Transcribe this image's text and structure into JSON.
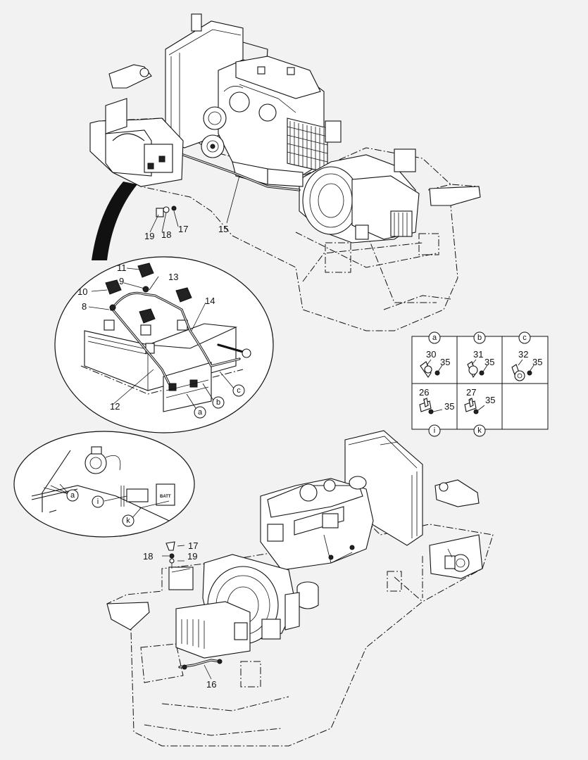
{
  "callouts": {
    "c8": "8",
    "c9": "9",
    "c10": "10",
    "c11": "11",
    "c12": "12",
    "c13": "13",
    "c14": "14",
    "c15": "15",
    "c16": "16",
    "c17a": "17",
    "c18a": "18",
    "c19a": "19",
    "c17b": "17",
    "c18b": "18",
    "c19b": "19"
  },
  "detail_letters": {
    "a1": "a",
    "b1": "b",
    "c1": "c",
    "a2": "a",
    "i2": "i",
    "k2": "k"
  },
  "table": {
    "headers": [
      "a",
      "b",
      "c"
    ],
    "cells": [
      {
        "part": "30",
        "nut": "35"
      },
      {
        "part": "31",
        "nut": "35"
      },
      {
        "part": "32",
        "nut": "35"
      },
      {
        "part": "26",
        "nut": "35"
      },
      {
        "part": "27",
        "nut": "35"
      }
    ],
    "footers": [
      "i",
      "k"
    ]
  },
  "labels": {
    "batt": "BATT"
  }
}
